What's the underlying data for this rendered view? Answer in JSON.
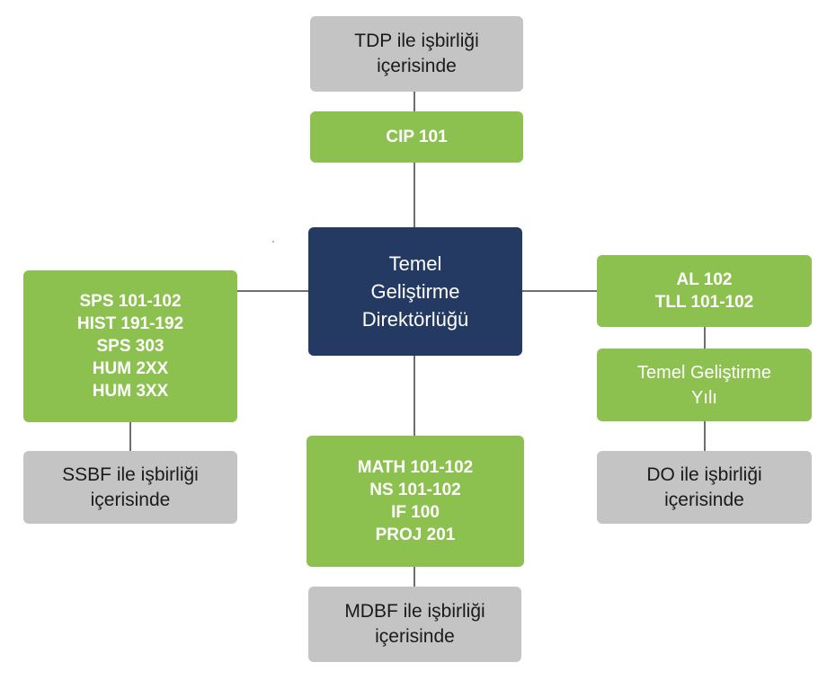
{
  "colors": {
    "green": "#8dc14f",
    "gray": "#c4c4c4",
    "navy": "#253a62",
    "connector": "#6e6e6e"
  },
  "center": {
    "lines": [
      "Temel",
      "Geliştirme",
      "Direktörlüğü"
    ]
  },
  "top": {
    "collab_lines": [
      "TDP ile işbirliği",
      "içerisinde"
    ],
    "course_lines": [
      "CIP 101"
    ]
  },
  "left": {
    "course_lines": [
      "SPS 101-102",
      "HIST 191-192",
      "SPS 303",
      "HUM 2XX",
      "HUM 3XX"
    ],
    "collab_lines": [
      "SSBF ile işbirliği",
      "içerisinde"
    ]
  },
  "bottom": {
    "course_lines": [
      "MATH 101-102",
      "NS 101-102",
      "IF 100",
      "PROJ 201"
    ],
    "collab_lines": [
      "MDBF ile işbirliği",
      "içerisinde"
    ]
  },
  "right": {
    "course_lines": [
      "AL 102",
      "TLL 101-102"
    ],
    "year_lines": [
      "Temel Geliştirme",
      "Yılı"
    ],
    "collab_lines": [
      "DO ile işbirliği",
      "içerisinde"
    ]
  }
}
